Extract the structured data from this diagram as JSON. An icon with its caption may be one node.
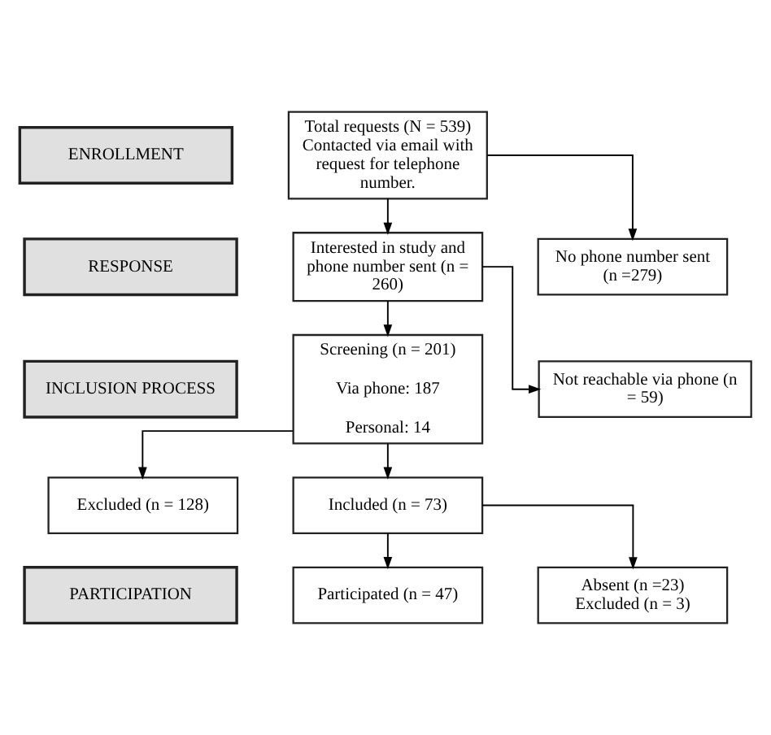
{
  "diagram": {
    "nodes": [
      {
        "text": [
          "ENROLLMENT"
        ]
      },
      {
        "text": [
          "Total requests (N = 539)",
          "Contacted via email with request for telephone number."
        ]
      },
      {
        "text": [
          "No phone number sent (n =279)"
        ]
      },
      {
        "text": [
          "RESPONSE"
        ]
      },
      {
        "text": [
          "Interested in study and phone number sent (n = 260)"
        ]
      },
      {
        "text": [
          "Not reachable via phone (n = 59)"
        ]
      },
      {
        "text": [
          "INCLUSION PROCESS"
        ]
      },
      {
        "text": [
          "Screening (n = 201)",
          "Via phone: 187",
          "Personal: 14"
        ]
      },
      {
        "text": [
          "Excluded (n = 128)"
        ]
      },
      {
        "text": [
          "Included (n = 73)"
        ]
      },
      {
        "text": [
          "Absent (n =23)",
          "Excluded (n = 3)"
        ]
      },
      {
        "text": [
          "PARTICIPATION"
        ]
      },
      {
        "text": [
          "Participated (n = 47)"
        ]
      }
    ],
    "edges": [
      {
        "from": 1,
        "to": 2,
        "arrow": "to"
      },
      {
        "from": 1,
        "to": 4,
        "arrow": "to"
      },
      {
        "from": 4,
        "to": 5,
        "arrow": "to"
      },
      {
        "from": 4,
        "to": 7,
        "arrow": "to"
      },
      {
        "from": 7,
        "to": 8,
        "arrow": "to"
      },
      {
        "from": 7,
        "to": 9,
        "arrow": "to"
      },
      {
        "from": 9,
        "to": 10,
        "arrow": "to"
      },
      {
        "from": 9,
        "to": 12,
        "arrow": "to"
      }
    ]
  }
}
